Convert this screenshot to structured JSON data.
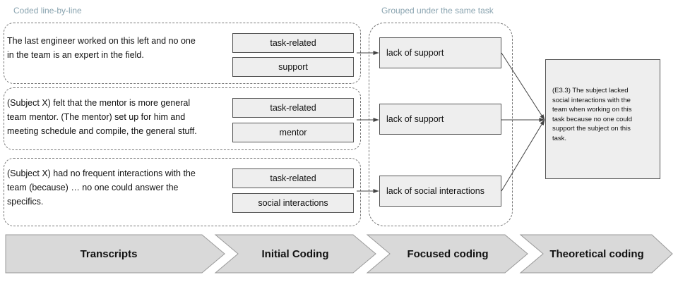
{
  "captions": {
    "left": "Coded line-by-line",
    "middle": "Grouped under the same task"
  },
  "transcripts": [
    {
      "lines": [
        "The last engineer worked on this left and no one",
        "in the team is an expert in the field."
      ],
      "codes": [
        "task-related",
        "support"
      ]
    },
    {
      "lines": [
        "(Subject X) felt that the mentor is more general",
        "team mentor. (The mentor) set up for him and",
        "meeting schedule and compile, the general stuff."
      ],
      "codes": [
        "task-related",
        "mentor"
      ]
    },
    {
      "lines": [
        "(Subject X) had no frequent interactions with the",
        "team (because) … no one could answer the",
        "specifics."
      ],
      "codes": [
        "task-related",
        "social interactions"
      ]
    }
  ],
  "focused_codes": [
    "lack of support",
    "lack of support",
    "lack of social interactions"
  ],
  "theory": {
    "lines": [
      "(E3.3) The subject lacked",
      "social interactions with the",
      "team when working on this",
      "task because no one could",
      "support the subject on this",
      "task."
    ]
  },
  "stages": [
    "Transcripts",
    "Initial Coding",
    "Focused coding",
    "Theoretical coding"
  ],
  "colors": {
    "caption": "#8aa4b0",
    "box_fill": "#eeeeee",
    "box_border": "#555555",
    "stage_fill": "#d9d9d9",
    "stage_border": "#999999"
  }
}
